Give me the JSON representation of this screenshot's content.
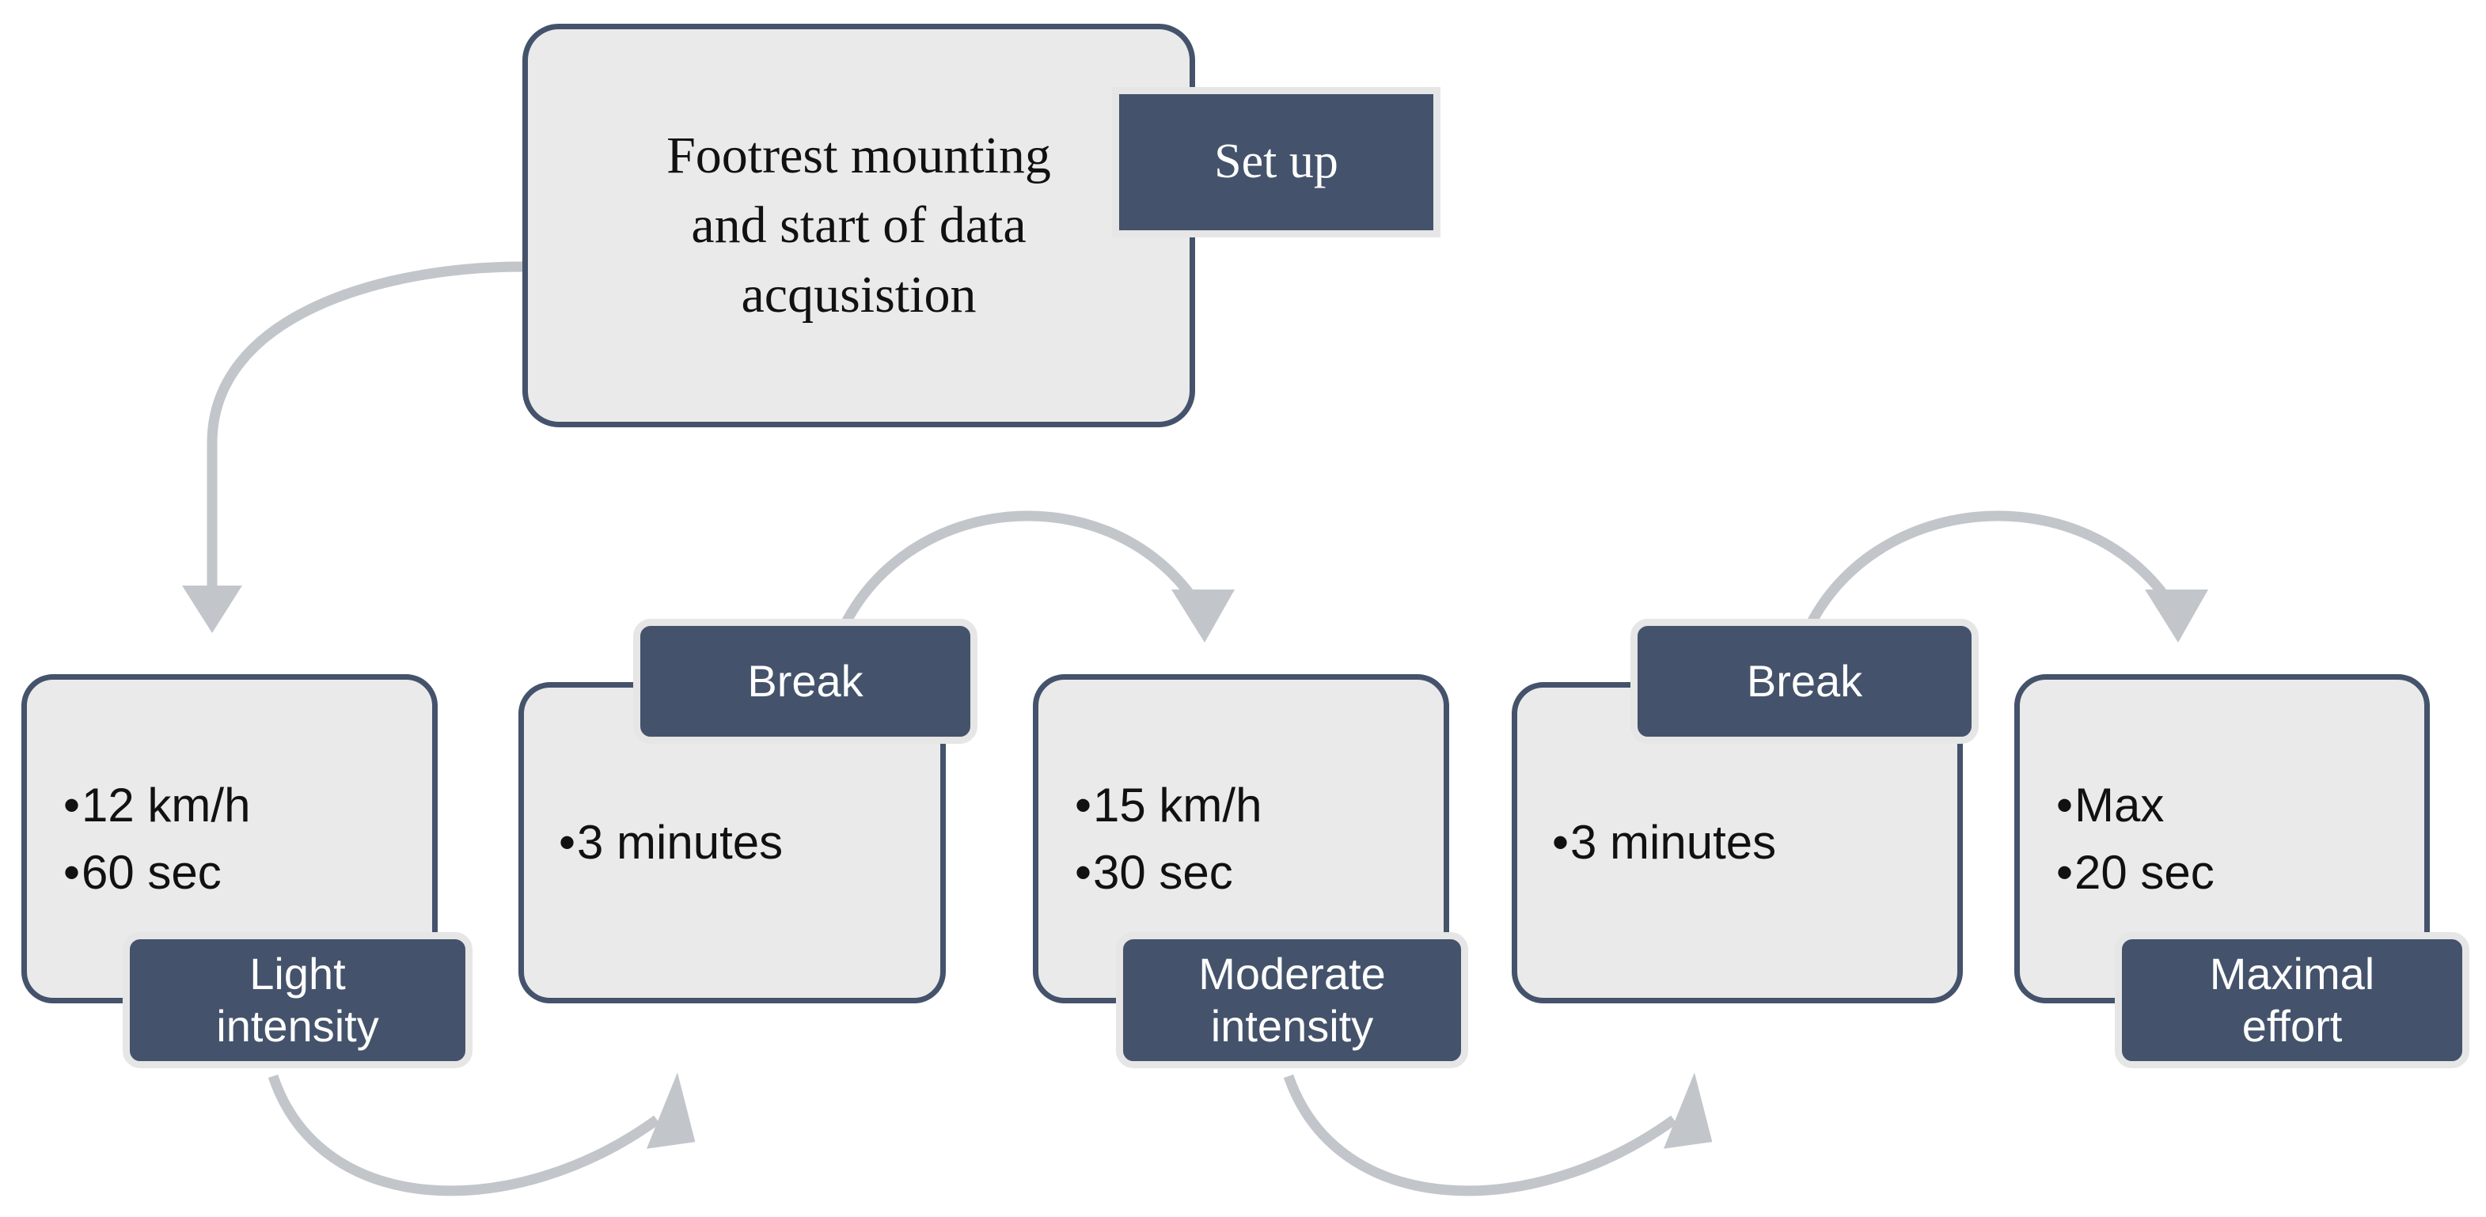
{
  "diagram": {
    "title_box": {
      "lines": [
        "Footrest mounting",
        "and start of data",
        "acqusistion"
      ],
      "tag": "Set up"
    },
    "stages": [
      {
        "name": "light-intensity",
        "bullets": [
          "12 km/h",
          "60 sec"
        ],
        "tag_lines": [
          "Light",
          "intensity"
        ],
        "tag_position": "bottom"
      },
      {
        "name": "break-1",
        "bullets": [
          "3 minutes"
        ],
        "tag_lines": [
          "Break"
        ],
        "tag_position": "top"
      },
      {
        "name": "moderate-intensity",
        "bullets": [
          "15 km/h",
          "30 sec"
        ],
        "tag_lines": [
          "Moderate",
          "intensity"
        ],
        "tag_position": "bottom"
      },
      {
        "name": "break-2",
        "bullets": [
          "3 minutes"
        ],
        "tag_lines": [
          "Break"
        ],
        "tag_position": "top"
      },
      {
        "name": "maximal-effort",
        "bullets": [
          "Max",
          "20 sec"
        ],
        "tag_lines": [
          "Maximal",
          "effort"
        ],
        "tag_position": "bottom"
      }
    ],
    "colors": {
      "tag_fill": "#44536b",
      "box_fill": "#eaeaea",
      "box_border": "#44536b",
      "arrow": "#c2c6ca",
      "tag_outline": "#e6e6e6",
      "tag_text": "#ffffff",
      "body_text": "#111111",
      "background": "#ffffff"
    },
    "flow": [
      {
        "from": "Set up",
        "to": "Light intensity"
      },
      {
        "from": "Light intensity",
        "to": "Break"
      },
      {
        "from": "Break",
        "to": "Moderate intensity"
      },
      {
        "from": "Moderate intensity",
        "to": "Break"
      },
      {
        "from": "Break",
        "to": "Maximal effort"
      }
    ]
  }
}
